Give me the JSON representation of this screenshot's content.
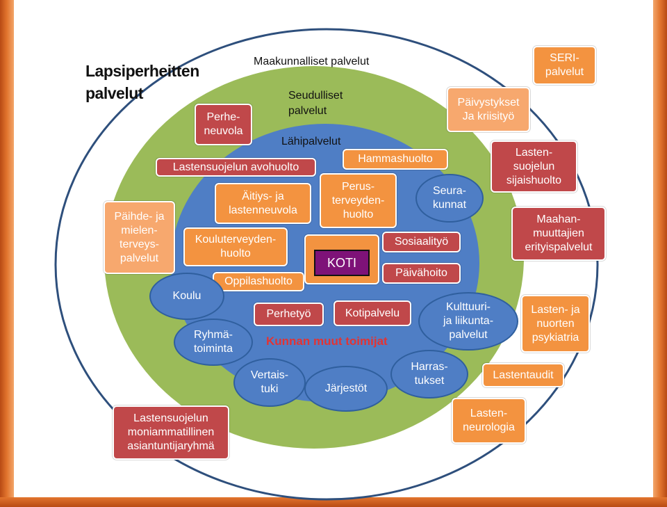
{
  "title": "Lapsiperheitten\npalvelut",
  "rings": {
    "outer": "Maakunnalliset palvelut",
    "middle": "Seudulliset\npalvelut",
    "inner": "Lähipalvelut"
  },
  "center": "KOTI",
  "kunnan": "Kunnan muut toimijat",
  "nodes": {
    "perheneuvola": "Perhe-\nneuvola",
    "lastensuojelun_avohuolto": "Lastensuojelun avohuolto",
    "hammashuolto": "Hammashuolto",
    "aitiys": "Äitiys- ja\nlastenneuvola",
    "perusterveydenhuolto": "Perus-\nterveyden-\nhuolto",
    "seurakunnat": "Seura-\nkunnat",
    "paihde": "Päihde- ja\nmielen-\nterveys-\npalvelut",
    "kouluterveydenhuolto": "Kouluterveyden-\nhuolto",
    "sosiaalityo": "Sosiaalityö",
    "paivahoito": "Päivähoito",
    "oppilashuolto": "Oppilashuolto",
    "koulu": "Koulu",
    "perhetyo": "Perhetyö",
    "kotipalvelu": "Kotipalvelu",
    "kulttuuri": "Kulttuuri-\nja liikunta-\npalvelut",
    "ryhmatoiminta": "Ryhmä-\ntoiminta",
    "vertaistuki": "Vertais-\ntuki",
    "jarjestot": "Järjestöt",
    "harrastukset": "Harras-\ntukset",
    "seri": "SERI-\npalvelut",
    "paivystykset": "Päivystykset\nJa kriisityö",
    "sijaishuolto": "Lasten-\nsuojelun\nsijaishuolto",
    "maahanmuuttajien": "Maahan-\nmuuttajien\nerityispalvelut",
    "lastenpsykiatria": "Lasten- ja\nnuorten\npsykiatria",
    "lastentaudit": "Lastentaudit",
    "lastenneurologia": "Lasten-\nneurologia",
    "moniammatillinen": "Lastensuojelun\nmoniammatillinen\nasiantuntijaryhmä"
  },
  "colors": {
    "outer_ring": "#ffffff",
    "middle_ring": "#9bbb59",
    "inner_ring": "#4f7ec5",
    "red_box": "#c0484a",
    "orange_box": "#f39340",
    "peach_box": "#f7a86e",
    "koti": "#7e1278",
    "frame": "#e2752e"
  }
}
